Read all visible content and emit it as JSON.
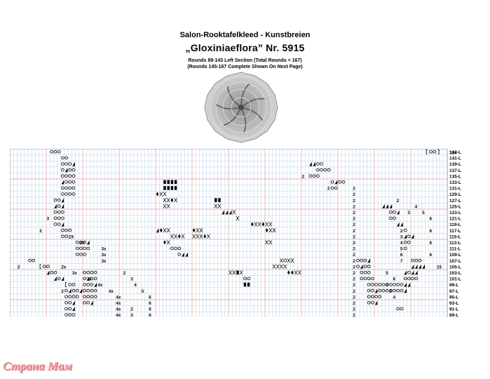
{
  "header": {
    "title": "Salon-Rooktafelkleed - Kunstbreien",
    "subtitle": "„Gloxiniaeflora” Nr. 5915",
    "note_line1": "Rounds 89-143 Left Section (Total Rounds = 167)",
    "note_line2": "(Rounds 145-167 Complete Shown  On Next Page)"
  },
  "chart": {
    "top_marker": "11x",
    "round_labels": [
      "143-L",
      "141-L",
      "139-L",
      "137-L",
      "135-L",
      "133-L",
      "131-L",
      "129-L",
      "127-L",
      "125-L",
      "123-L",
      "121-L",
      "119-L",
      "117-L",
      "115-L",
      "113-L",
      "111-L",
      "109-L",
      "107-L",
      "105-L",
      "103-L",
      "101-L",
      "99-L",
      "97-L",
      "95-L",
      "93-L",
      "91-L",
      "89-L"
    ],
    "numbers": [
      {
        "row": 4,
        "col": 80,
        "text": "2"
      },
      {
        "row": 6,
        "col": 87,
        "text": "2"
      },
      {
        "row": 6,
        "col": 94,
        "text": "2"
      },
      {
        "row": 7,
        "col": 94,
        "text": "2"
      },
      {
        "row": 8,
        "col": 94,
        "text": "2"
      },
      {
        "row": 8,
        "col": 106,
        "text": "2"
      },
      {
        "row": 9,
        "col": 94,
        "text": "2"
      },
      {
        "row": 9,
        "col": 111,
        "text": "4"
      },
      {
        "row": 10,
        "col": 94,
        "text": "2"
      },
      {
        "row": 10,
        "col": 109,
        "text": "3"
      },
      {
        "row": 10,
        "col": 113,
        "text": "5"
      },
      {
        "row": 11,
        "col": 10,
        "text": "3"
      },
      {
        "row": 11,
        "col": 94,
        "text": "2"
      },
      {
        "row": 11,
        "col": 115,
        "text": "6"
      },
      {
        "row": 12,
        "col": 94,
        "text": "2"
      },
      {
        "row": 13,
        "col": 8,
        "text": "2"
      },
      {
        "row": 13,
        "col": 94,
        "text": "2"
      },
      {
        "row": 13,
        "col": 107,
        "text": "2"
      },
      {
        "row": 13,
        "col": 115,
        "text": "6"
      },
      {
        "row": 14,
        "col": 16,
        "text": "2X"
      },
      {
        "row": 14,
        "col": 94,
        "text": "2"
      },
      {
        "row": 14,
        "col": 107,
        "text": "3"
      },
      {
        "row": 15,
        "col": 19,
        "text": "2X"
      },
      {
        "row": 15,
        "col": 94,
        "text": "2"
      },
      {
        "row": 15,
        "col": 107,
        "text": "4"
      },
      {
        "row": 15,
        "col": 115,
        "text": "6"
      },
      {
        "row": 16,
        "col": 25,
        "text": "3x"
      },
      {
        "row": 16,
        "col": 94,
        "text": "2"
      },
      {
        "row": 16,
        "col": 107,
        "text": "5"
      },
      {
        "row": 17,
        "col": 25,
        "text": "3x"
      },
      {
        "row": 17,
        "col": 94,
        "text": "2"
      },
      {
        "row": 17,
        "col": 107,
        "text": "6"
      },
      {
        "row": 17,
        "col": 115,
        "text": "6"
      },
      {
        "row": 18,
        "col": 25,
        "text": "3x"
      },
      {
        "row": 18,
        "col": 94,
        "text": "2"
      },
      {
        "row": 18,
        "col": 107,
        "text": "7"
      },
      {
        "row": 19,
        "col": 2,
        "text": "2"
      },
      {
        "row": 19,
        "col": 14,
        "text": "2x"
      },
      {
        "row": 19,
        "col": 94,
        "text": "2"
      },
      {
        "row": 19,
        "col": 117,
        "text": "15"
      },
      {
        "row": 20,
        "col": 17,
        "text": "3x"
      },
      {
        "row": 20,
        "col": 31,
        "text": "2"
      },
      {
        "row": 20,
        "col": 94,
        "text": "2"
      },
      {
        "row": 20,
        "col": 103,
        "text": "5"
      },
      {
        "row": 21,
        "col": 21,
        "text": "3x"
      },
      {
        "row": 21,
        "col": 33,
        "text": "3"
      },
      {
        "row": 21,
        "col": 94,
        "text": "2"
      },
      {
        "row": 21,
        "col": 105,
        "text": "6"
      },
      {
        "row": 22,
        "col": 24,
        "text": "4x"
      },
      {
        "row": 22,
        "col": 34,
        "text": "4"
      },
      {
        "row": 22,
        "col": 94,
        "text": "2"
      },
      {
        "row": 22,
        "col": 103,
        "text": "2"
      },
      {
        "row": 23,
        "col": 14,
        "text": "2"
      },
      {
        "row": 23,
        "col": 27,
        "text": "4x"
      },
      {
        "row": 23,
        "col": 36,
        "text": "5"
      },
      {
        "row": 23,
        "col": 94,
        "text": "2"
      },
      {
        "row": 23,
        "col": 104,
        "text": "3"
      },
      {
        "row": 24,
        "col": 29,
        "text": "4x"
      },
      {
        "row": 24,
        "col": 38,
        "text": "6"
      },
      {
        "row": 24,
        "col": 94,
        "text": "2"
      },
      {
        "row": 24,
        "col": 105,
        "text": "4"
      },
      {
        "row": 25,
        "col": 29,
        "text": "4x"
      },
      {
        "row": 25,
        "col": 38,
        "text": "6"
      },
      {
        "row": 25,
        "col": 94,
        "text": "2"
      },
      {
        "row": 26,
        "col": 29,
        "text": "4x"
      },
      {
        "row": 26,
        "col": 33,
        "text": "2"
      },
      {
        "row": 26,
        "col": 38,
        "text": "6"
      },
      {
        "row": 26,
        "col": 94,
        "text": "2"
      },
      {
        "row": 27,
        "col": 29,
        "text": "4x"
      },
      {
        "row": 27,
        "col": 33,
        "text": "3"
      },
      {
        "row": 27,
        "col": 38,
        "text": "6"
      },
      {
        "row": 27,
        "col": 94,
        "text": "2"
      }
    ]
  },
  "watermark": "Страна Мам"
}
